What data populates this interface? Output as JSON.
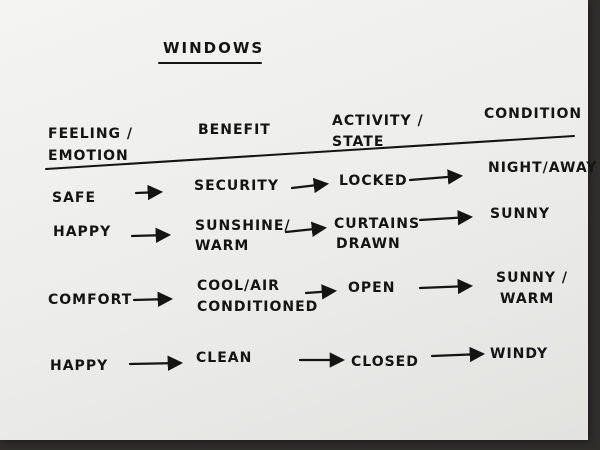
{
  "title": "WINDOWS",
  "headers": [
    {
      "key": "feeling",
      "lines": [
        "FEELING /",
        "EMOTION"
      ]
    },
    {
      "key": "benefit",
      "lines": [
        "BENEFIT"
      ]
    },
    {
      "key": "activity",
      "lines": [
        "ACTIVITY /",
        "STATE"
      ]
    },
    {
      "key": "condition",
      "lines": [
        "CONDITION"
      ]
    }
  ],
  "rows": [
    {
      "feeling": [
        "SAFE"
      ],
      "benefit": [
        "SECURITY"
      ],
      "activity": [
        "LOCKED"
      ],
      "condition": [
        "NIGHT/AWAY"
      ]
    },
    {
      "feeling": [
        "HAPPY"
      ],
      "benefit": [
        "SUNSHINE/",
        "WARM"
      ],
      "activity": [
        "CURTAINS",
        "DRAWN"
      ],
      "condition": [
        "SUNNY"
      ]
    },
    {
      "feeling": [
        "COMFORT"
      ],
      "benefit": [
        "COOL/AIR",
        "CONDITIONED"
      ],
      "activity": [
        "OPEN"
      ],
      "condition": [
        "SUNNY /",
        "WARM"
      ]
    },
    {
      "feeling": [
        "HAPPY"
      ],
      "benefit": [
        "CLEAN"
      ],
      "activity": [
        "CLOSED"
      ],
      "condition": [
        "WINDY"
      ]
    }
  ]
}
